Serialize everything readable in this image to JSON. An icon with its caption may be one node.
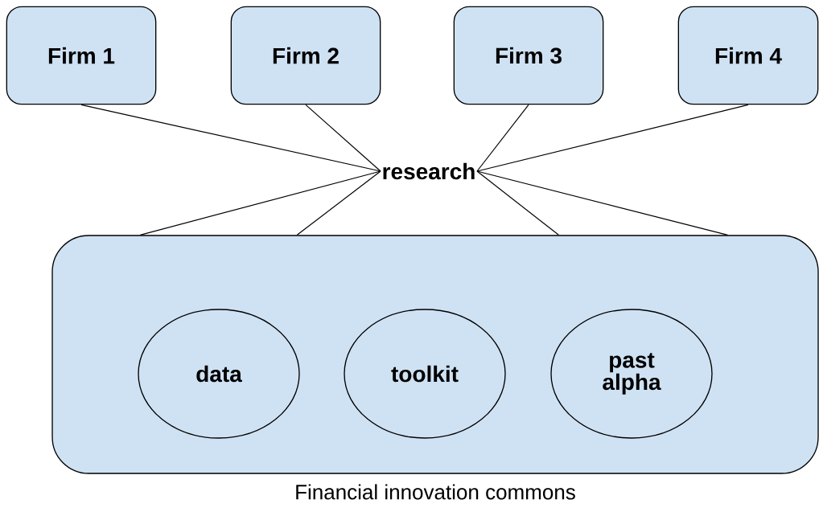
{
  "diagram": {
    "nodes": [
      {
        "text": [
          "Firm 1"
        ]
      },
      {
        "text": [
          "Firm 2"
        ]
      },
      {
        "text": [
          "Firm 3"
        ]
      },
      {
        "text": [
          "Firm 4"
        ]
      },
      {
        "text": [
          "research"
        ]
      },
      {
        "text": [],
        "shape": "box",
        "beside": [
          "Financial innovation commons"
        ]
      },
      {
        "text": [
          "data"
        ],
        "in": 5
      },
      {
        "text": [
          "toolkit"
        ],
        "in": 5
      },
      {
        "text": [
          "past alpha"
        ],
        "in": 5
      }
    ],
    "edges": [
      {
        "from": 0,
        "to": 4,
        "arrow": "none"
      },
      {
        "from": 1,
        "to": 4,
        "arrow": "none"
      },
      {
        "from": 2,
        "to": 4,
        "arrow": "none"
      },
      {
        "from": 3,
        "to": 4,
        "arrow": "none"
      },
      {
        "from": 4,
        "to": 5,
        "arrow": "none"
      },
      {
        "from": 4,
        "to": 5,
        "arrow": "none"
      },
      {
        "from": 4,
        "to": 5,
        "arrow": "none"
      },
      {
        "from": 4,
        "to": 5,
        "arrow": "none"
      }
    ]
  }
}
